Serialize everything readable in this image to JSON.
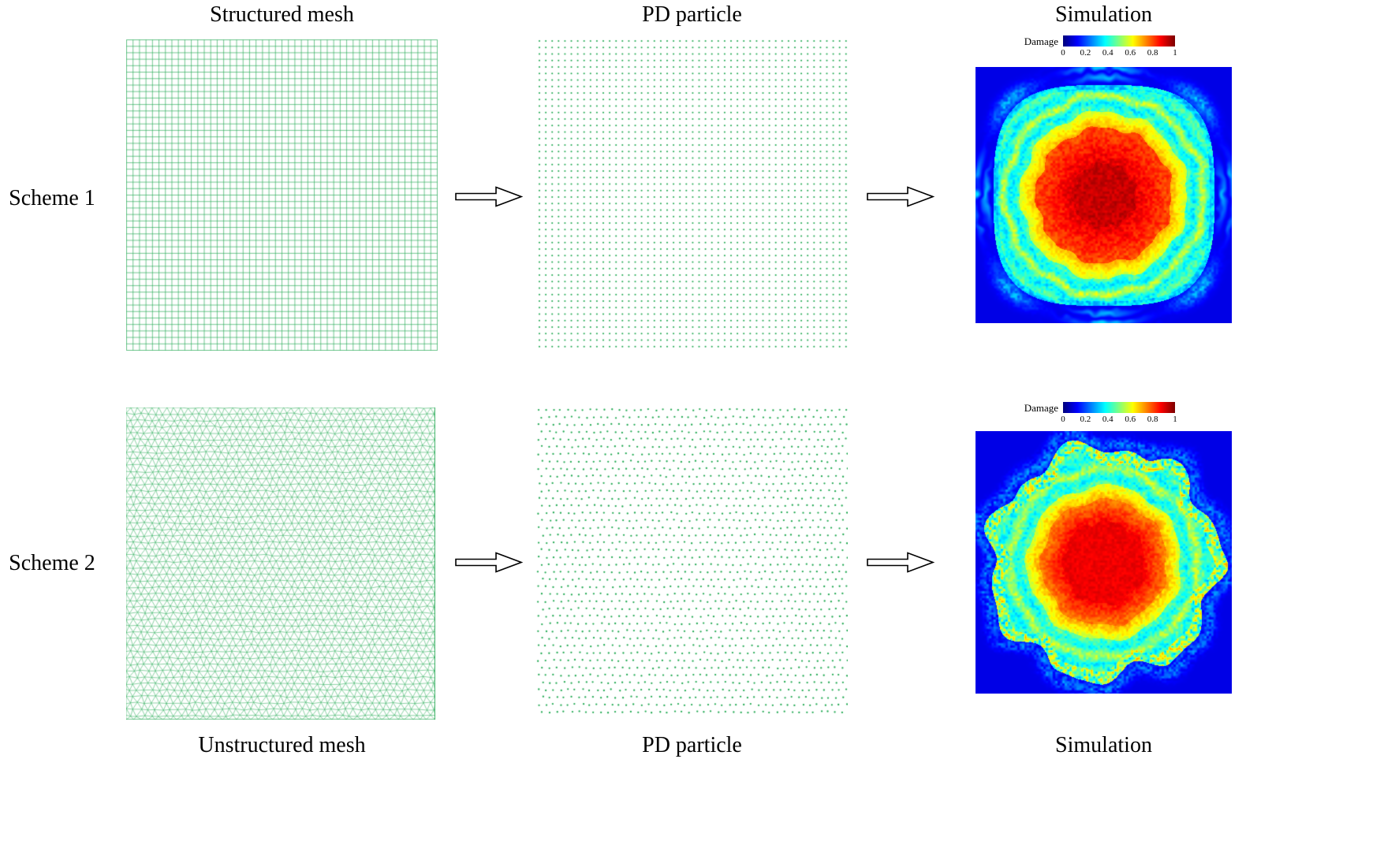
{
  "rows": [
    {
      "scheme": "Scheme 1",
      "mesh_label": "Structured mesh",
      "particle_label": "PD particle",
      "sim_label": "Simulation"
    },
    {
      "scheme": "Scheme 2",
      "mesh_label": "Unstructured mesh",
      "particle_label": "PD particle",
      "sim_label": "Simulation"
    }
  ],
  "colorbar": {
    "title": "Damage",
    "ticks": [
      "0",
      "0.2",
      "0.4",
      "0.6",
      "0.8",
      "1"
    ]
  },
  "colors": {
    "mesh_green": "#1fa850",
    "particle_green": "#1fa850",
    "background_blue": "#0000e6",
    "text": "#000000",
    "arrow_fill": "#ffffff",
    "arrow_stroke": "#000000",
    "page_background": "#ffffff"
  }
}
